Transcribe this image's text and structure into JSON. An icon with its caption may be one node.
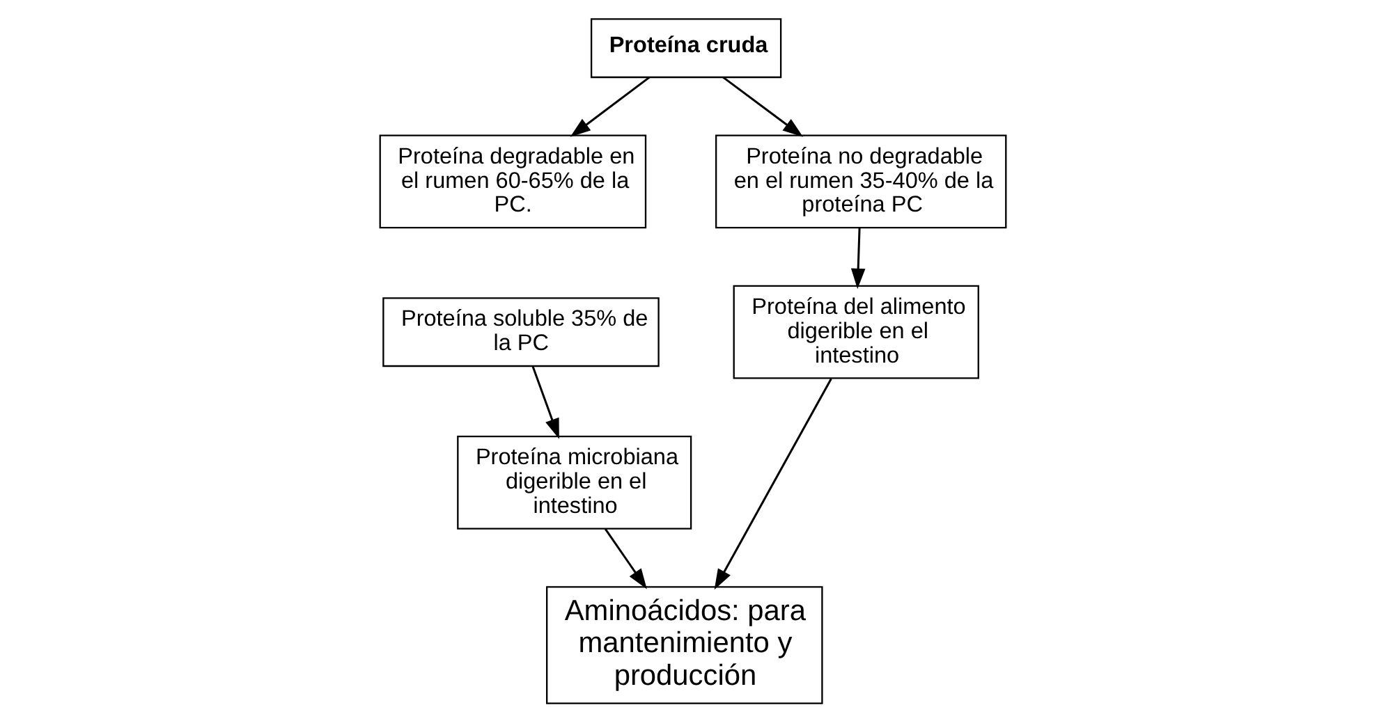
{
  "diagram": {
    "nodes": [
      {
        "text": [
          "Proteína cruda"
        ]
      },
      {
        "text": [
          "Proteína degradable en el rumen 60-65% de la PC."
        ]
      },
      {
        "text": [
          "Proteína no degradable en el rumen 35-40% de la proteína PC"
        ]
      },
      {
        "text": [
          "Proteína soluble 35% de la PC"
        ]
      },
      {
        "text": [
          "Proteína microbiana digerible en el intestino"
        ]
      },
      {
        "text": [
          "Proteína del alimento digerible en el intestino"
        ]
      },
      {
        "text": [
          "Aminoácidos: para mantenimiento y producción"
        ]
      }
    ],
    "edges": [
      {
        "from": 0,
        "to": 1,
        "arrow": "to"
      },
      {
        "from": 0,
        "to": 2,
        "arrow": "to"
      },
      {
        "from": 2,
        "to": 5,
        "arrow": "to"
      },
      {
        "from": 3,
        "to": 4,
        "arrow": "to"
      },
      {
        "from": 4,
        "to": 6,
        "arrow": "to"
      },
      {
        "from": 5,
        "to": 6,
        "arrow": "to"
      }
    ]
  }
}
